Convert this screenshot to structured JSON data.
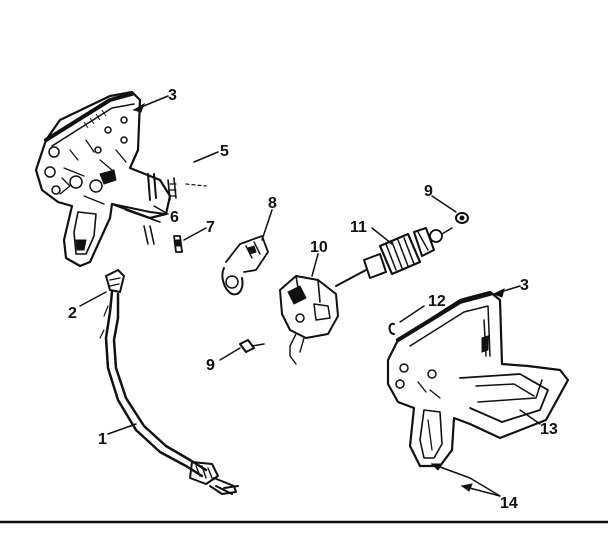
{
  "diagram": {
    "callouts": [
      {
        "id": "c3a",
        "label": "3"
      },
      {
        "id": "c5",
        "label": "5"
      },
      {
        "id": "c6",
        "label": "6"
      },
      {
        "id": "c7",
        "label": "7"
      },
      {
        "id": "c8",
        "label": "8"
      },
      {
        "id": "c9a",
        "label": "9"
      },
      {
        "id": "c11",
        "label": "11"
      },
      {
        "id": "c10",
        "label": "10"
      },
      {
        "id": "c3b",
        "label": "3"
      },
      {
        "id": "c12",
        "label": "12"
      },
      {
        "id": "c2",
        "label": "2"
      },
      {
        "id": "c9b",
        "label": "9"
      },
      {
        "id": "c13",
        "label": "13"
      },
      {
        "id": "c1",
        "label": "1"
      },
      {
        "id": "c14",
        "label": "14"
      }
    ]
  },
  "colors": {
    "ink": "#111111",
    "paper": "#ffffff"
  }
}
